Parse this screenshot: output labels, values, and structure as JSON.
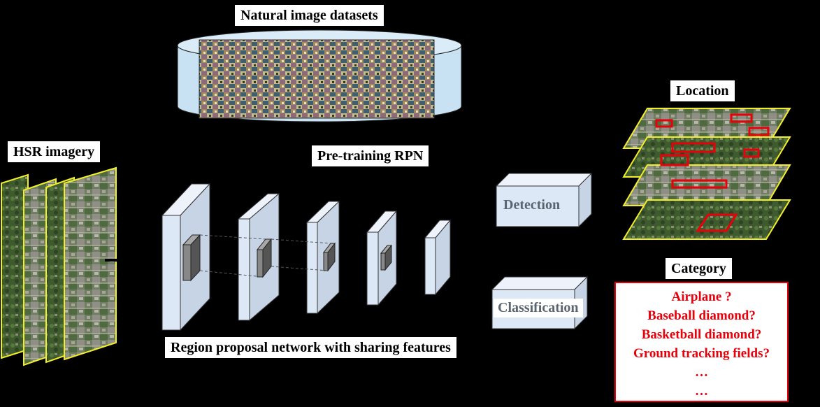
{
  "labels": {
    "natural_datasets": "Natural image datasets",
    "pretraining": "Pre-training RPN",
    "hsr": "HSR imagery",
    "location": "Location",
    "category": "Category",
    "rpn": "Region proposal network with sharing features",
    "detection": "Detection",
    "classification": "Classification"
  },
  "categories": [
    "Airplane ?",
    "Baseball diamond?",
    "Basketball diamond?",
    "Ground tracking fields?",
    "…",
    "…"
  ],
  "colors": {
    "background": "#000000",
    "highlight": "#e8000b",
    "feature_block": "#dde8f6",
    "cylinder": "#c9e2f3",
    "image_border": "#f2ee2a"
  }
}
